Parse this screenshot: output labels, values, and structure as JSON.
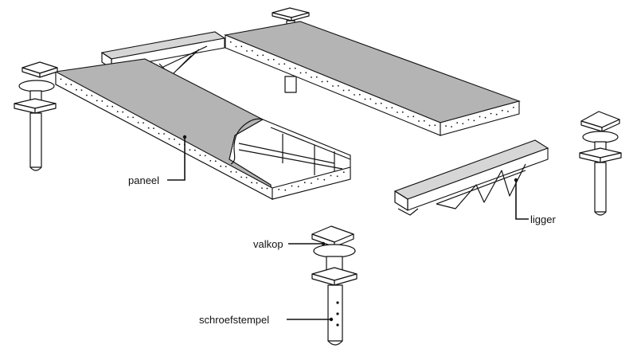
{
  "labels": {
    "paneel": "paneel",
    "ligger": "ligger",
    "valkop": "valkop",
    "schroefstempel": "schroefstempel"
  },
  "colors": {
    "panel_top": "#b4b4b4",
    "panel_side": "#ffffff",
    "line": "#111111"
  }
}
